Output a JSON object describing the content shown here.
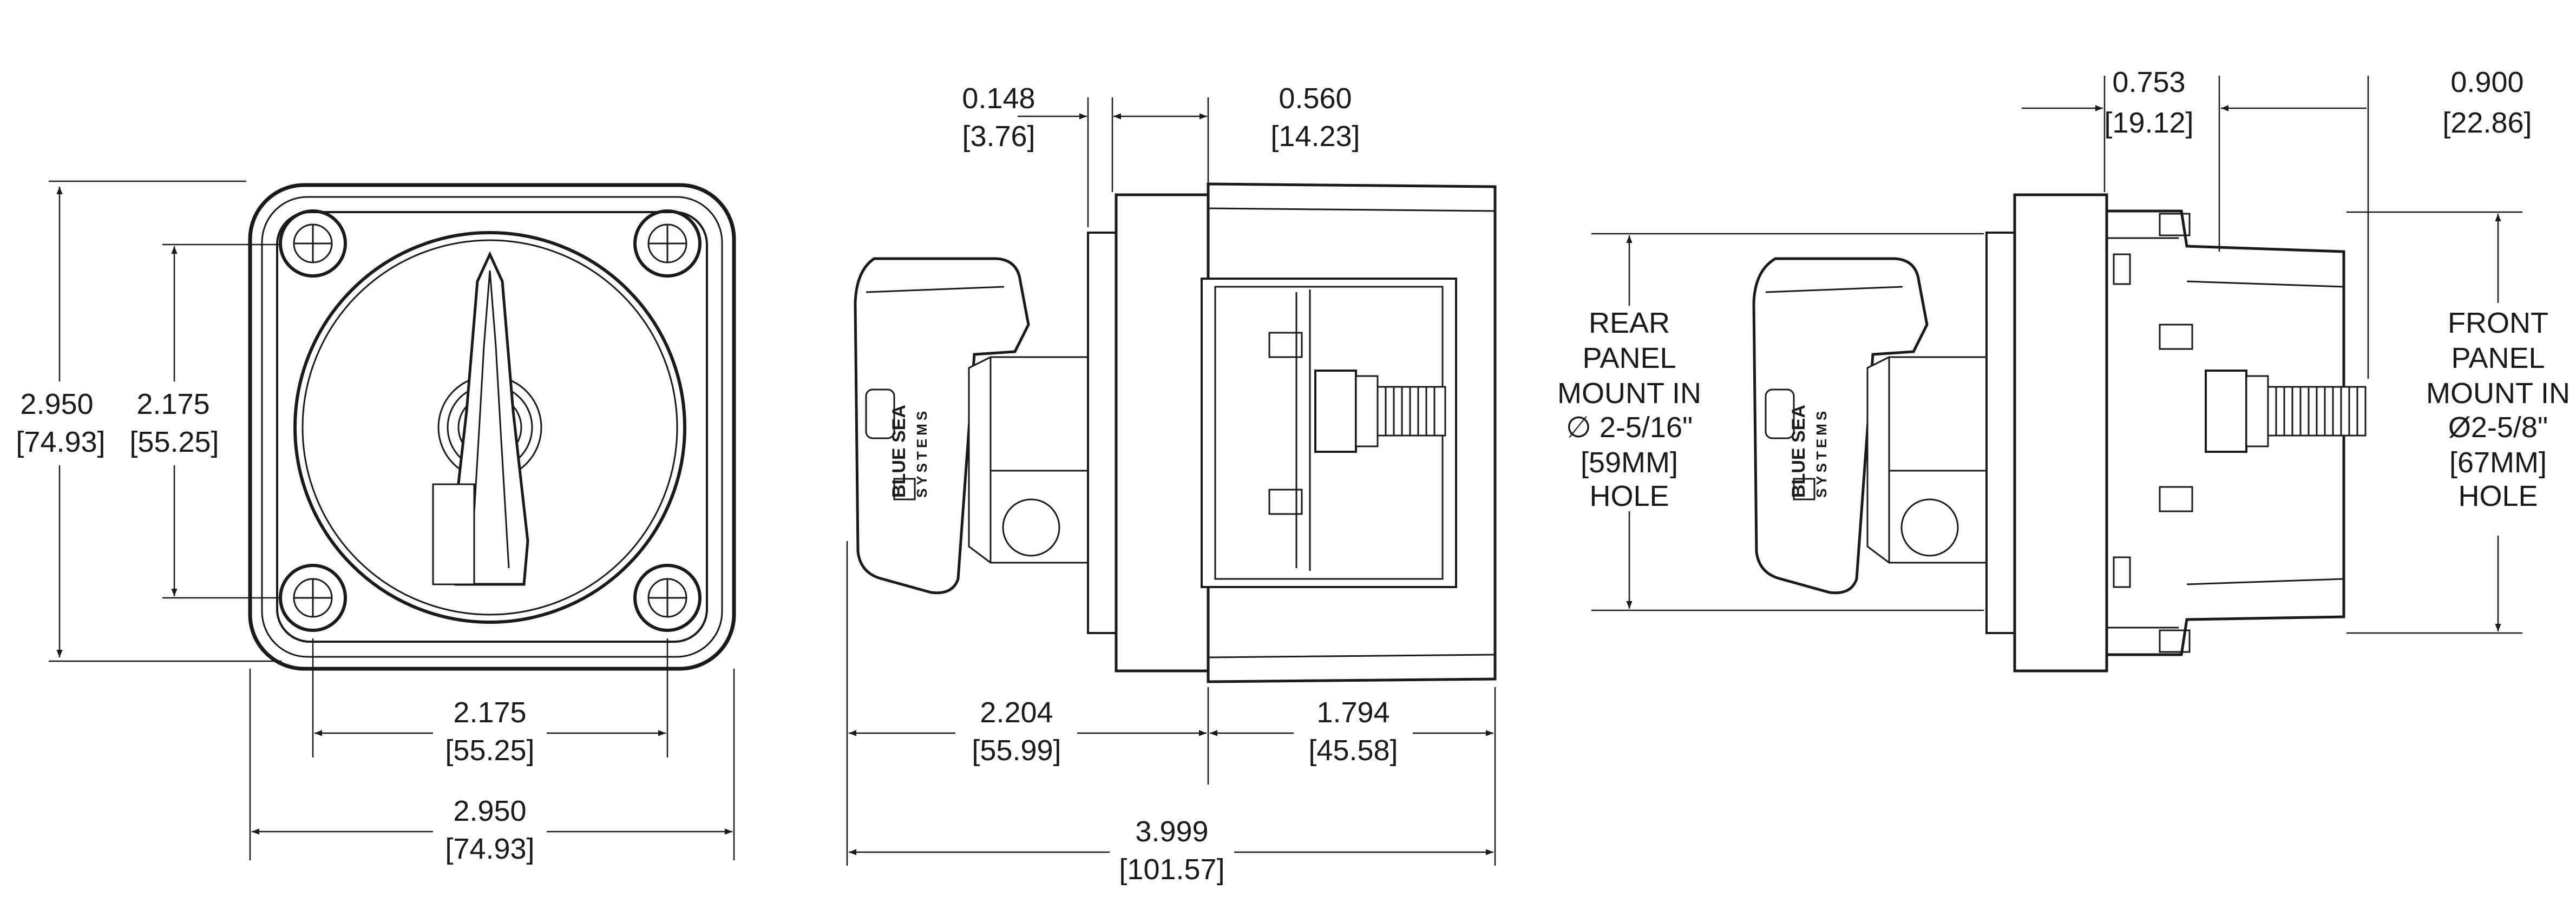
{
  "front_view": {
    "height_dim": {
      "inch": "2.950",
      "mm": "[74.93]"
    },
    "hole_spacing_v": {
      "inch": "2.175",
      "mm": "[55.25]"
    },
    "hole_spacing_h": {
      "inch": "2.175",
      "mm": "[55.25]"
    },
    "width_dim": {
      "inch": "2.950",
      "mm": "[74.93]"
    }
  },
  "side_view": {
    "flange_dim": {
      "inch": "0.148",
      "mm": "[3.76]"
    },
    "bezel_dim": {
      "inch": "0.560",
      "mm": "[14.23]"
    },
    "front_depth": {
      "inch": "2.204",
      "mm": "[55.99]"
    },
    "rear_depth": {
      "inch": "1.794",
      "mm": "[45.58]"
    },
    "overall_depth": {
      "inch": "3.999",
      "mm": "[101.57]"
    },
    "logo": {
      "brand": "BLUE SEA",
      "sub": "SYSTEMS"
    }
  },
  "mount_view": {
    "rear_dim": {
      "inch": "0.753",
      "mm": "[19.12]"
    },
    "front_dim": {
      "inch": "0.900",
      "mm": "[22.86]"
    },
    "rear_note": [
      "REAR",
      "PANEL",
      "MOUNT IN",
      "∅ 2-5/16\"",
      "[59MM]",
      "HOLE"
    ],
    "front_note": [
      "FRONT",
      "PANEL",
      "MOUNT IN",
      "Ø2-5/8\"",
      "[67MM]",
      "HOLE"
    ],
    "logo": {
      "brand": "BLUE SEA",
      "sub": "SYSTEMS"
    }
  }
}
